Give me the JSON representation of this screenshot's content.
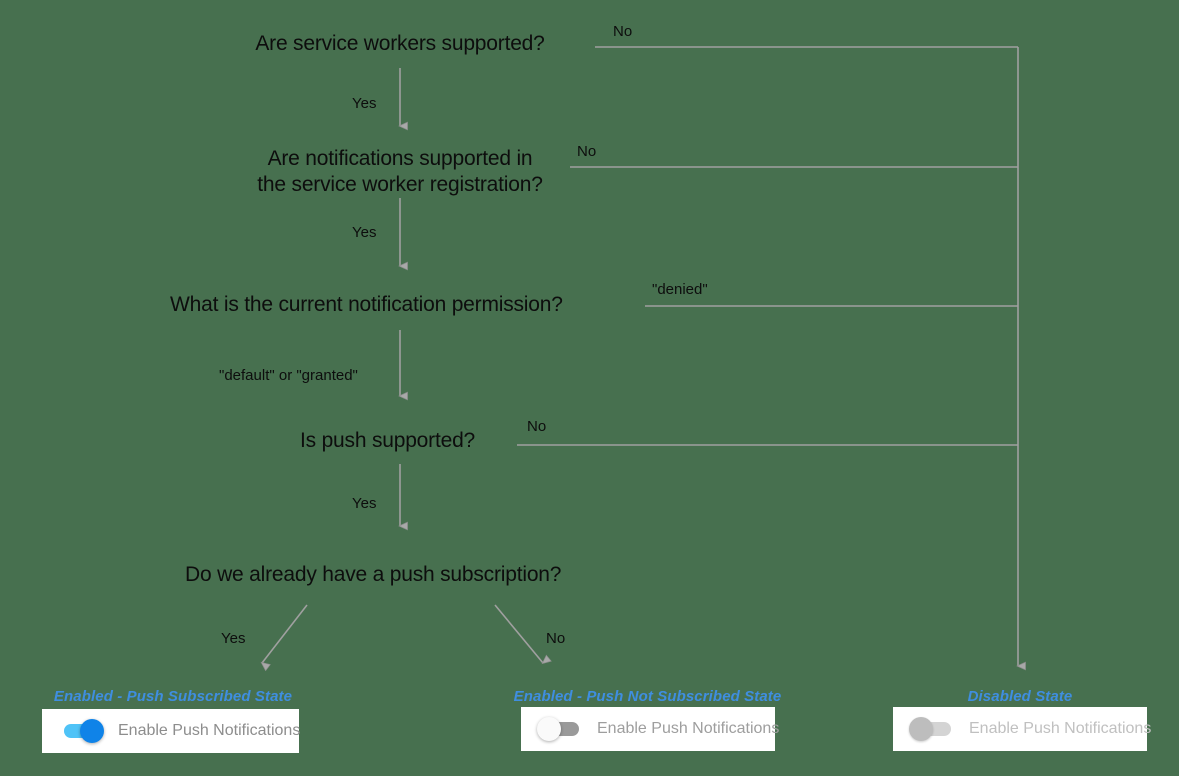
{
  "diagram": {
    "title": "Push notification enablement decision flow",
    "background_color": "#47704f",
    "line_color": "#9e9e9e",
    "accent_color": "#3f8ee0",
    "nodes": [
      {
        "id": "q1",
        "text": "Are service workers supported?"
      },
      {
        "id": "q2",
        "line1": "Are notifications supported in",
        "line2": "the service worker registration?"
      },
      {
        "id": "q3",
        "text": "What is the current notification permission?"
      },
      {
        "id": "q4",
        "text": "Is push supported?"
      },
      {
        "id": "q5",
        "text": "Do we already have a push subscription?"
      }
    ],
    "edge_labels": [
      {
        "id": "e1-no",
        "text": "No"
      },
      {
        "id": "e1-yes",
        "text": "Yes"
      },
      {
        "id": "e2-no",
        "text": "No"
      },
      {
        "id": "e2-yes",
        "text": "Yes"
      },
      {
        "id": "e3-denied",
        "text": "\"denied\""
      },
      {
        "id": "e3-ok",
        "text": "\"default\" or \"granted\""
      },
      {
        "id": "e4-no",
        "text": "No"
      },
      {
        "id": "e4-yes",
        "text": "Yes"
      },
      {
        "id": "e5-yes",
        "text": "Yes"
      },
      {
        "id": "e5-no",
        "text": "No"
      }
    ],
    "outcomes": [
      {
        "id": "subscribed",
        "state_label": "Enabled - Push Subscribed State",
        "toggle_state": "on",
        "toggle_label": "Enable Push Notifications"
      },
      {
        "id": "not-subscribed",
        "state_label": "Enabled - Push Not Subscribed State",
        "toggle_state": "off",
        "toggle_label": "Enable Push Notifications"
      },
      {
        "id": "disabled",
        "state_label": "Disabled State",
        "toggle_state": "disabled",
        "toggle_label": "Enable Push Notifications"
      }
    ]
  }
}
